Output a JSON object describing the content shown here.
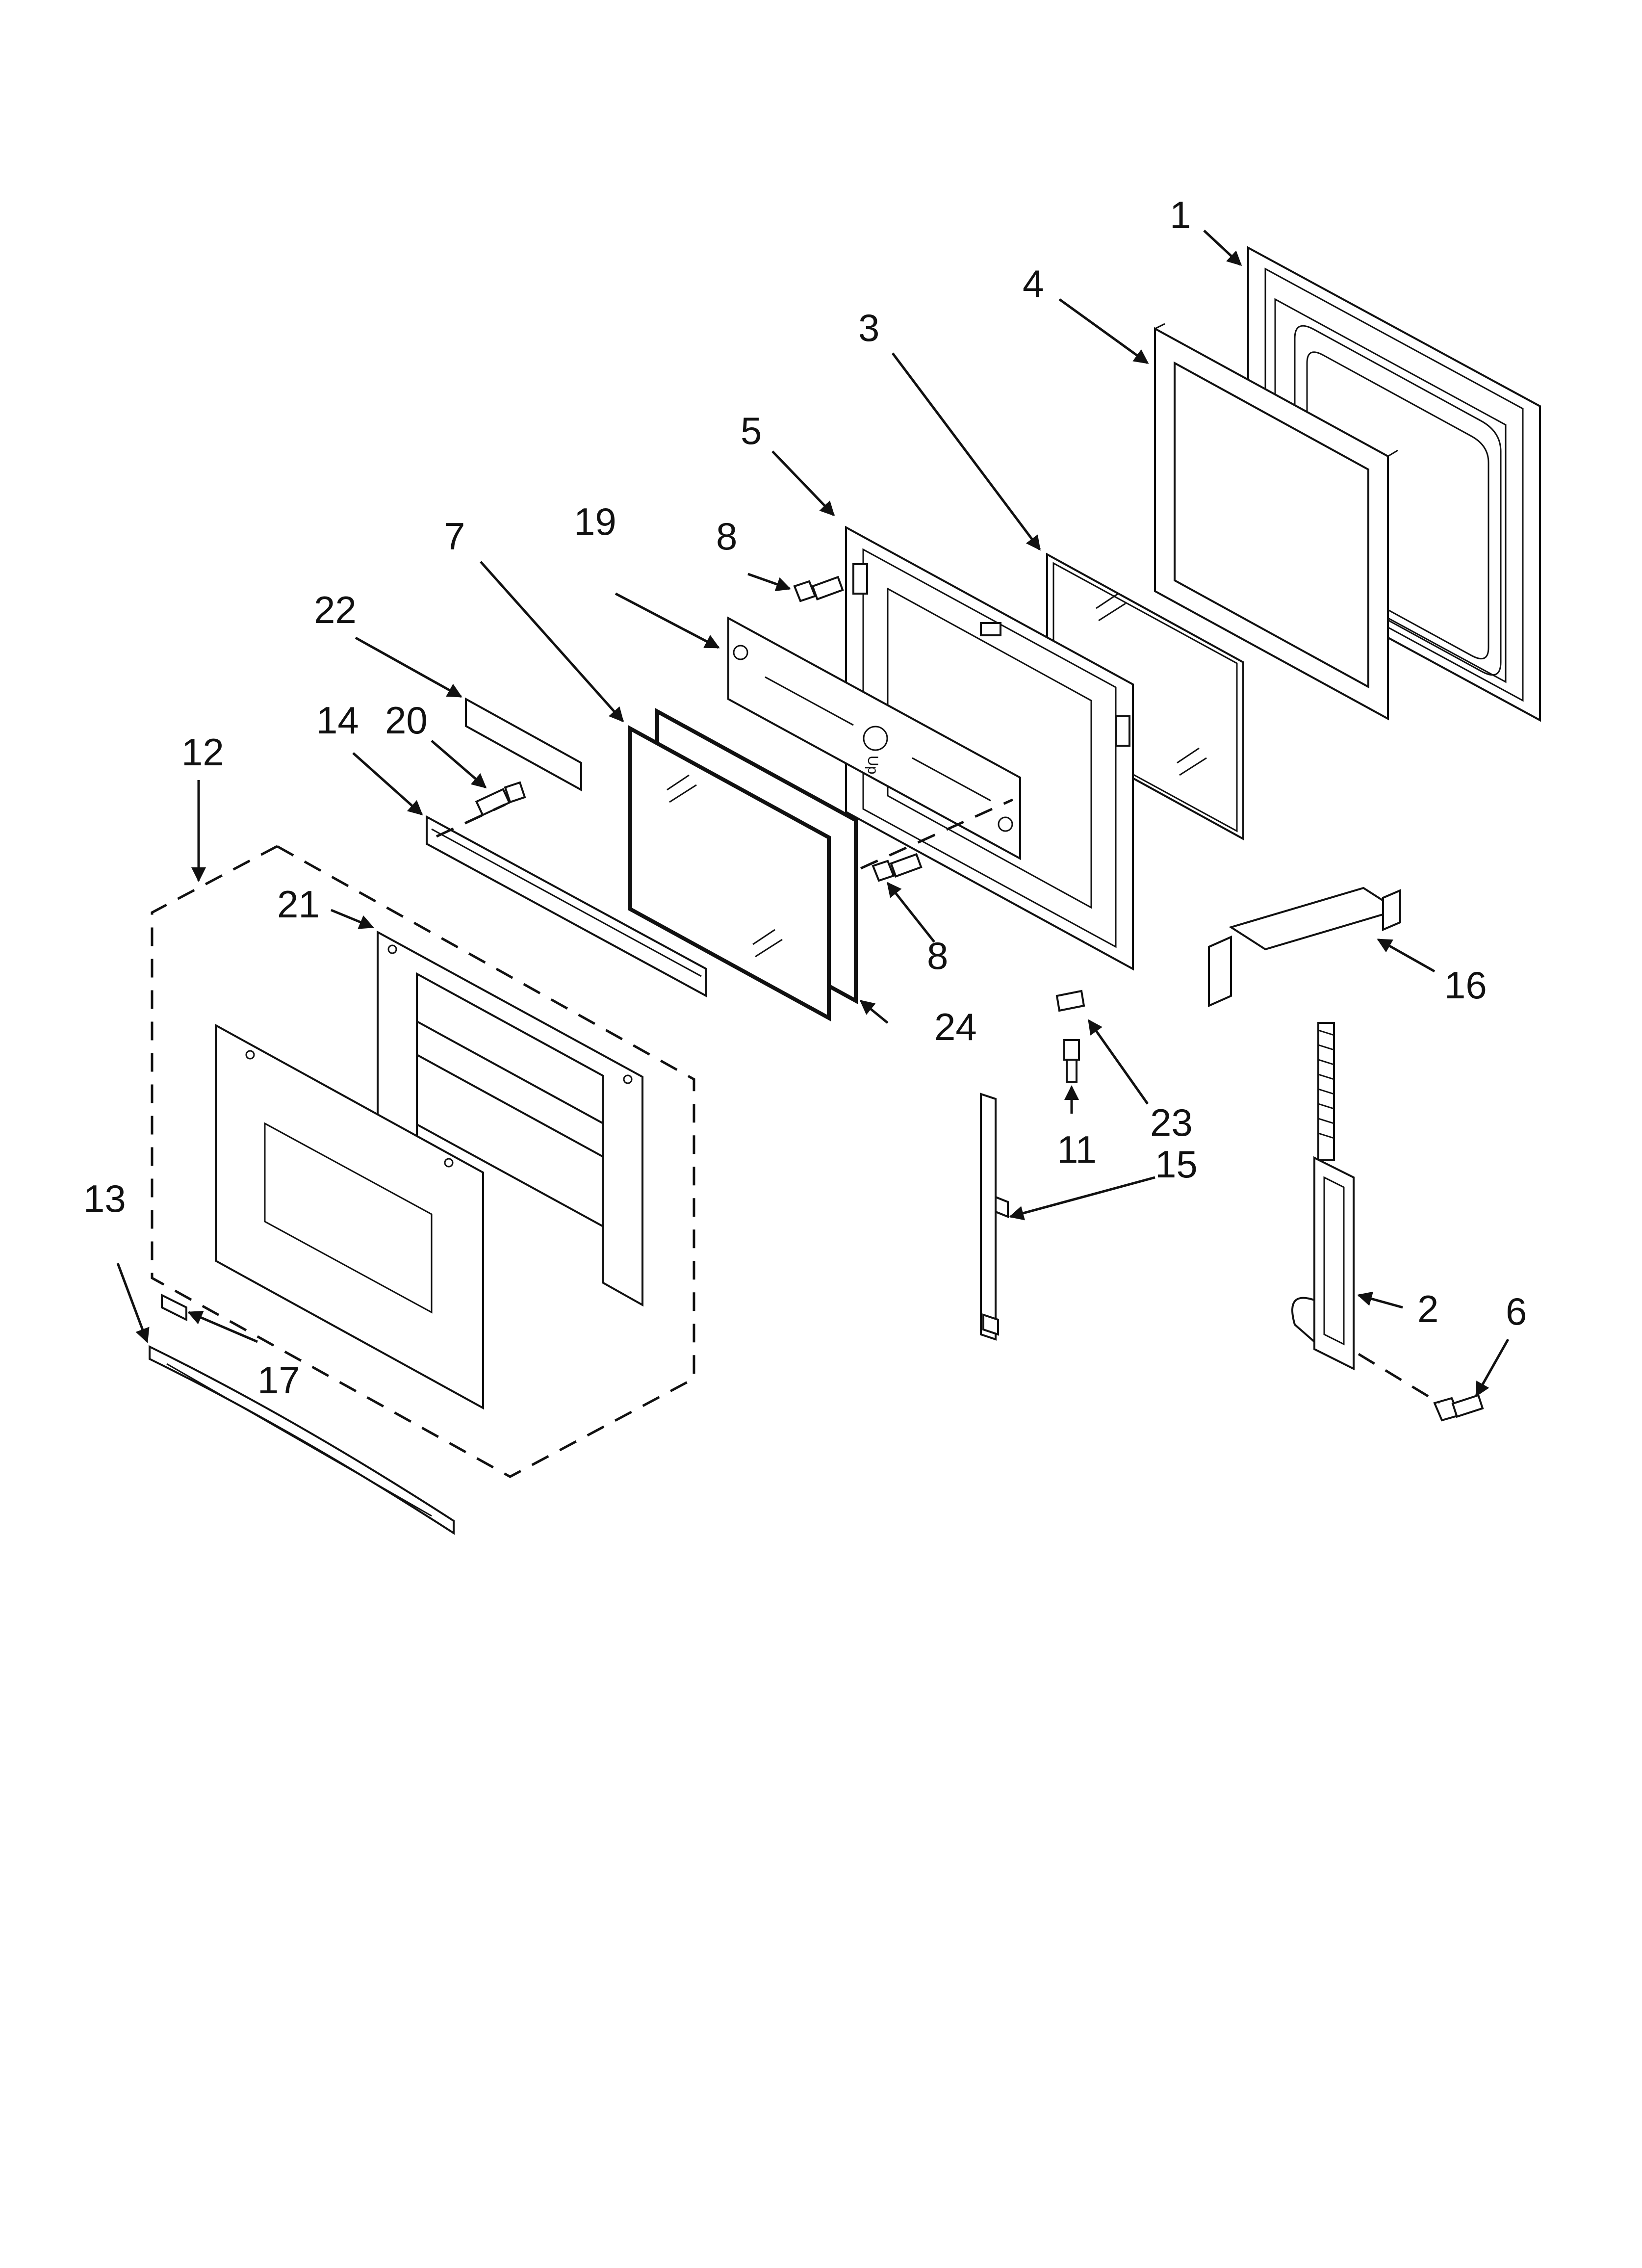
{
  "callouts": {
    "c1": "1",
    "c4": "4",
    "c3": "3",
    "c5": "5",
    "c7": "7",
    "c19": "19",
    "c8a": "8",
    "c8b": "8",
    "c22": "22",
    "c14": "14",
    "c20": "20",
    "c12": "12",
    "c21": "21",
    "c24": "24",
    "c16": "16",
    "c23": "23",
    "c11": "11",
    "c15": "15",
    "c2": "2",
    "c6": "6",
    "c13": "13",
    "c17": "17"
  },
  "stamp": "Up",
  "colors": {
    "ink": "#111111",
    "paper": "#ffffff"
  }
}
